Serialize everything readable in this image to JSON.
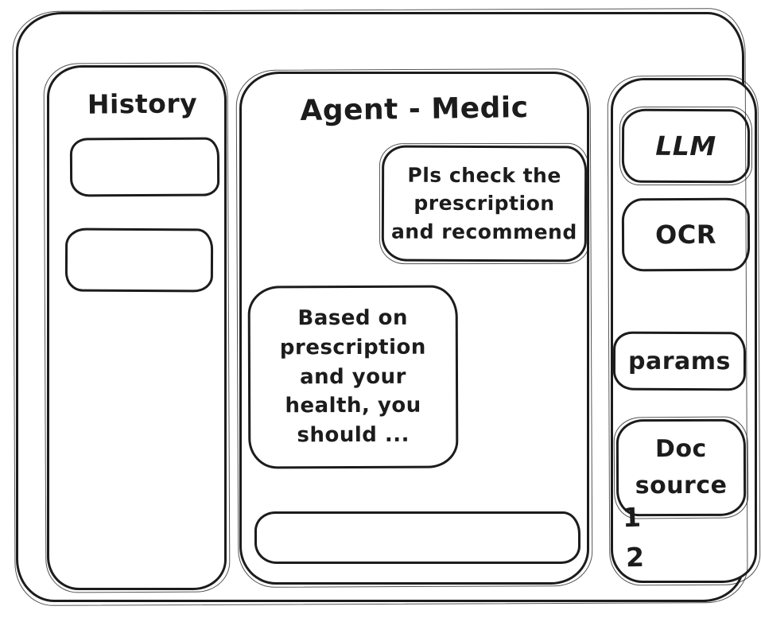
{
  "window": {
    "ink_color": "#1c1c1c",
    "background_color": "#ffffff"
  },
  "sidebar": {
    "title": "History",
    "items": [
      {
        "label": ""
      },
      {
        "label": ""
      }
    ]
  },
  "chat": {
    "title": "Agent - Medic",
    "messages": [
      {
        "role": "user",
        "text": "Pls check the prescription and recommend"
      },
      {
        "role": "assistant",
        "text": "Based on prescription and your health, you should ..."
      }
    ],
    "input": {
      "value": "",
      "placeholder": ""
    }
  },
  "tools": {
    "buttons": [
      {
        "label": "LLM"
      },
      {
        "label": "OCR"
      },
      {
        "label": "params"
      },
      {
        "label": "Doc source"
      }
    ],
    "doc_sources": [
      "1",
      "2"
    ]
  }
}
